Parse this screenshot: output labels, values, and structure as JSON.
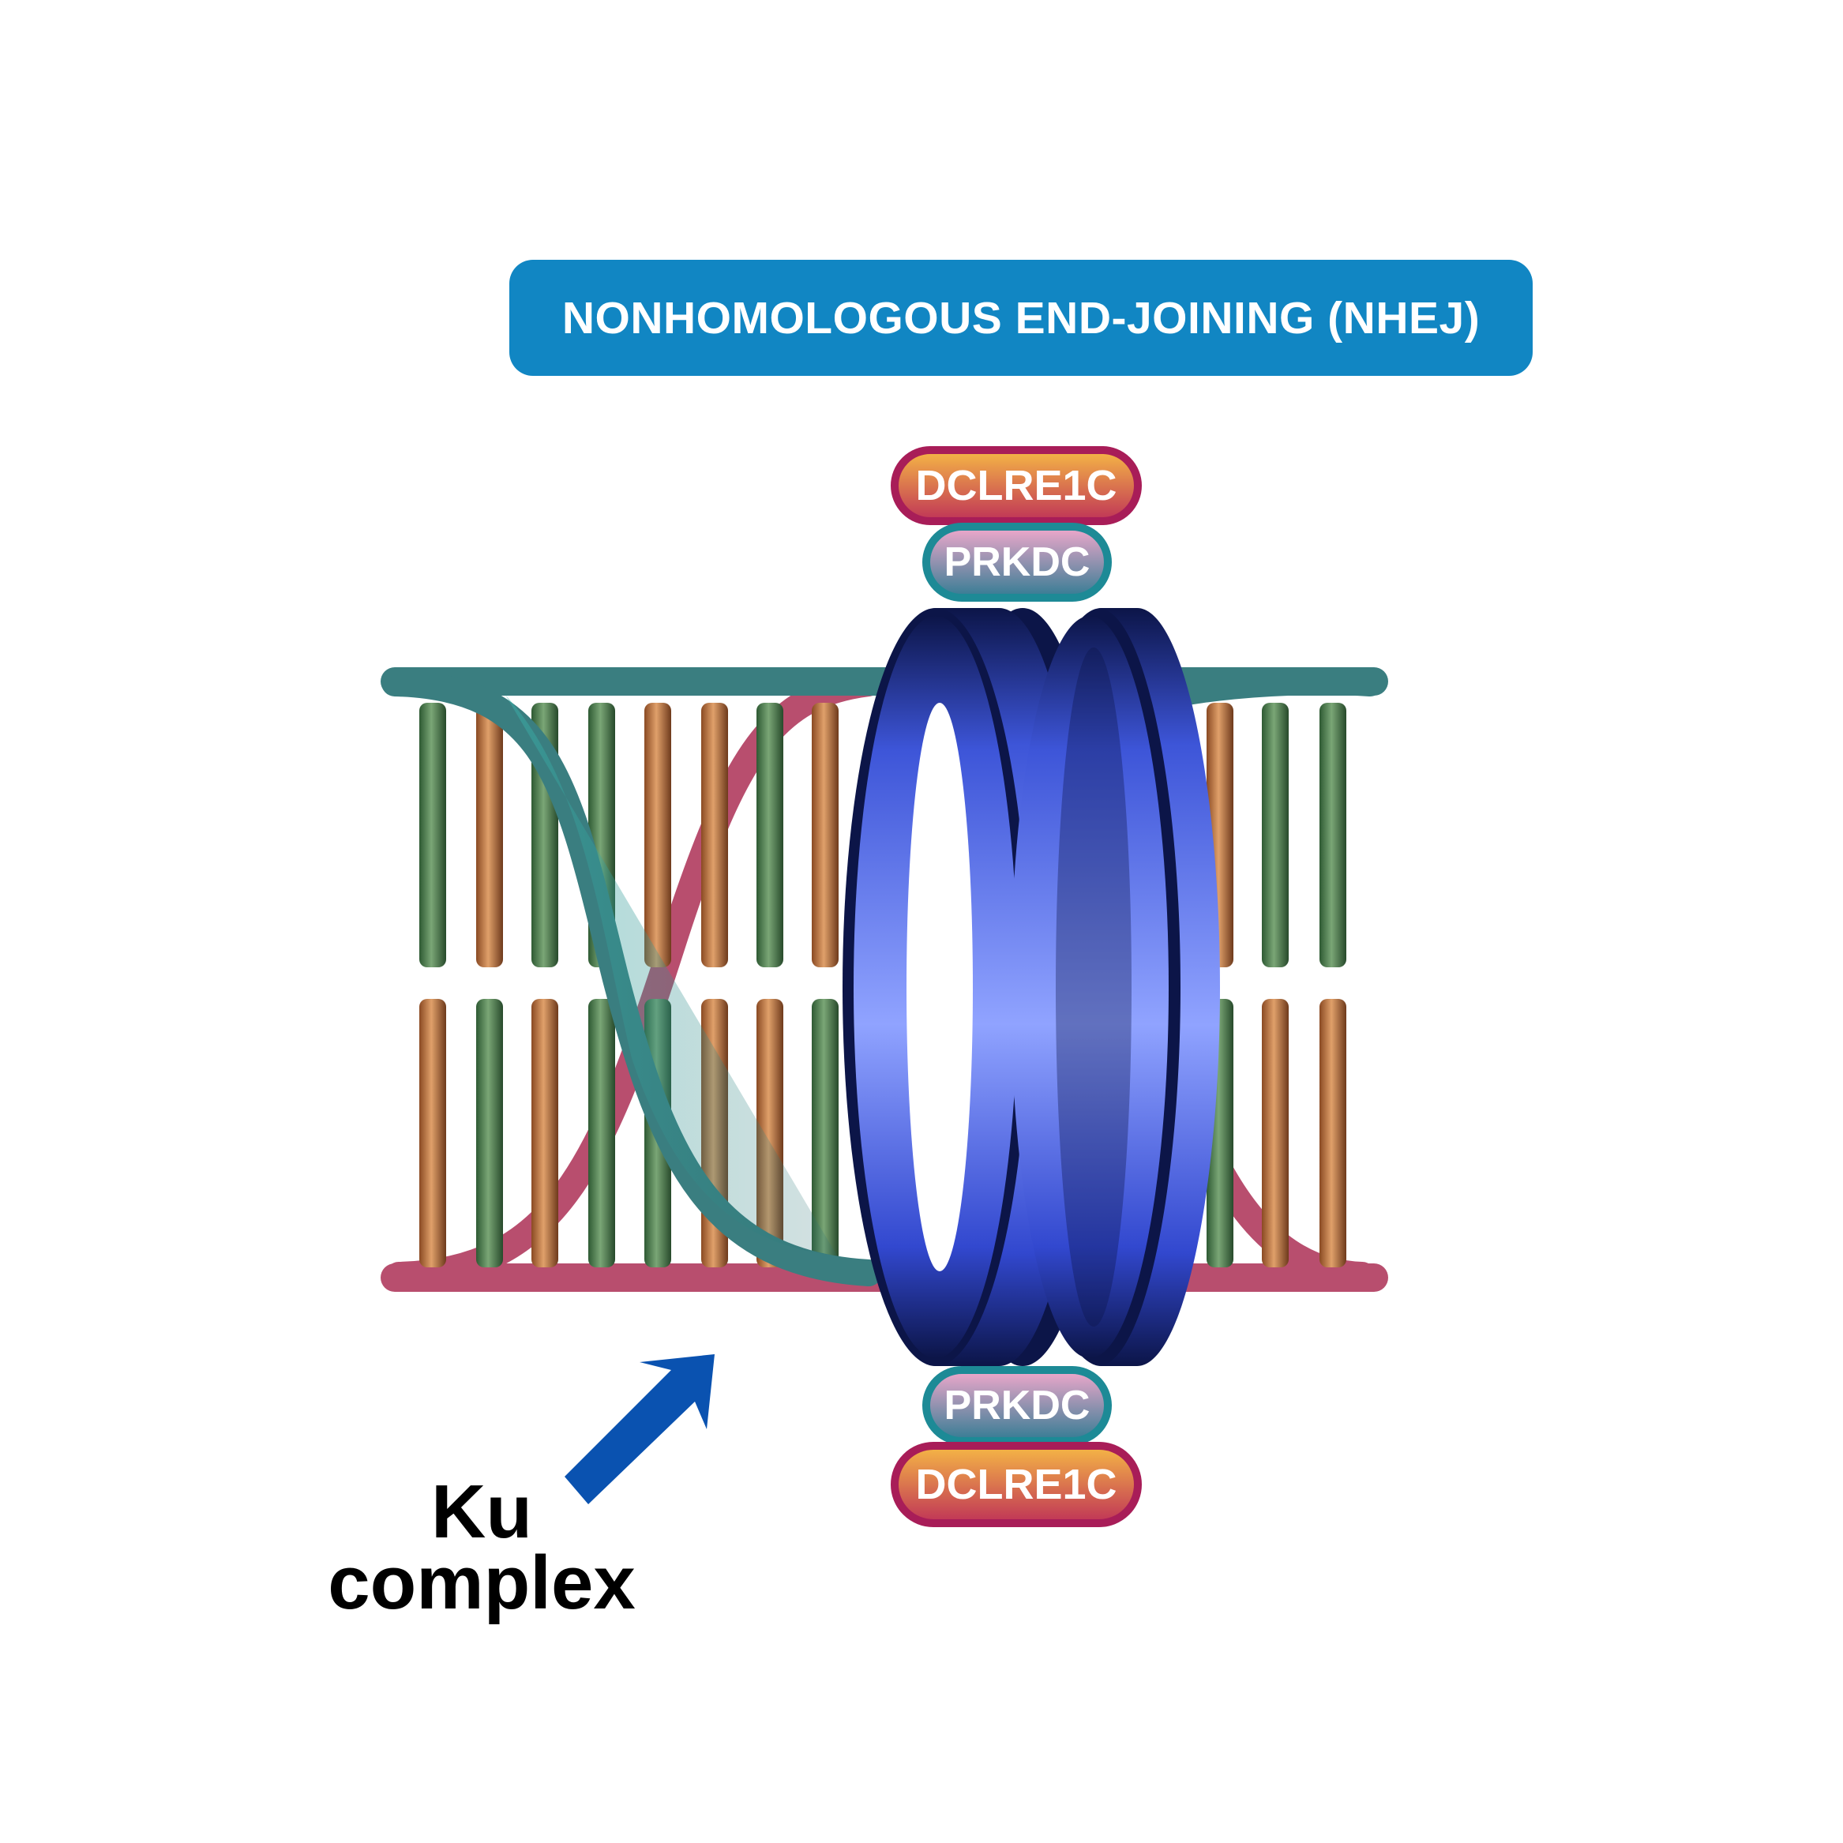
{
  "title": "NONHOMOLOGOUS END-JOINING (NHEJ)",
  "proteins": {
    "top_outer": "DCLRE1C",
    "top_inner": "PRKDC",
    "bottom_inner": "PRKDC",
    "bottom_outer": "DCLRE1C"
  },
  "ku_label": {
    "line1": "Ku",
    "line2": "complex"
  },
  "icons": {
    "dna": "dna-double-helix-icon",
    "ku_ring": "ku-ring-icon",
    "arrow": "pointer-arrow-icon"
  },
  "colors": {
    "title_bg": "#1186c3",
    "strand_teal": "#3a7e80",
    "strand_pink": "#b84e6e",
    "base_green": "#4a7b4e",
    "base_orange": "#c07a45",
    "ring_blue": "#3348cf",
    "ring_dark": "#0c1548",
    "arrow_blue": "#0a52b0",
    "dclre_border": "#a81d58",
    "prkdc_border": "#1d8a96"
  }
}
